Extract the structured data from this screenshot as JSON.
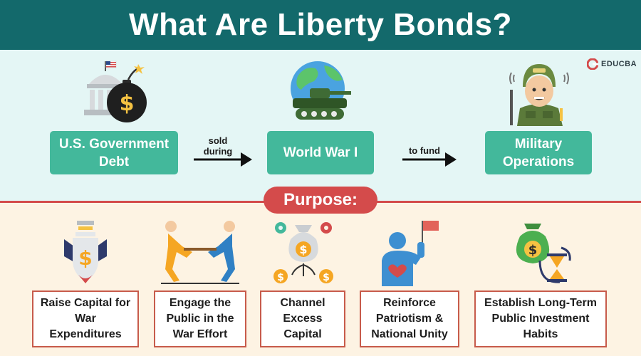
{
  "title": "What Are Liberty Bonds?",
  "brand": "EDUCBA",
  "flow": {
    "boxes": [
      "U.S. Government Debt",
      "World War I",
      "Military Operations"
    ],
    "arrow_labels": [
      "sold during",
      "to fund"
    ]
  },
  "purpose": {
    "heading": "Purpose:",
    "items": [
      "Raise Capital for War Expenditures",
      "Engage the Public in the War Effort",
      "Channel Excess Capital",
      "Reinforce Patriotism & National Unity",
      "Establish Long-Term Public Investment Habits"
    ]
  },
  "icons": {
    "flow": [
      "government-bomb-icon",
      "globe-tank-icon",
      "soldier-icon"
    ],
    "purpose": [
      "money-bomb-icon",
      "tug-of-war-icon",
      "money-bag-flow-icon",
      "patriot-flag-icon",
      "money-hourglass-icon"
    ]
  },
  "colors": {
    "header": "#13696b",
    "top_panel": "#e4f6f5",
    "bottom_panel": "#fdf3e3",
    "box_green": "#43b89b",
    "accent_red": "#d44b4b"
  }
}
